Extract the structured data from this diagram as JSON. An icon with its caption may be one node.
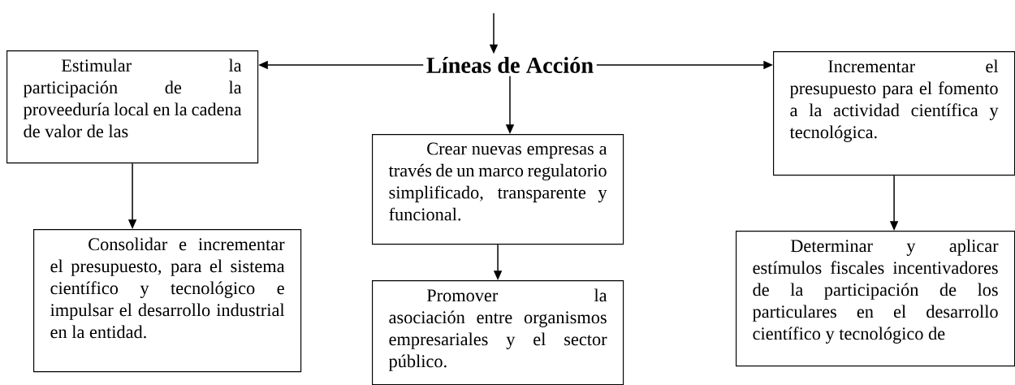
{
  "diagram": {
    "nodes": [
      {
        "text": [
          "Líneas de Acción"
        ]
      },
      {
        "text": [
          "Estimular la participación de la proveeduría local en la cadena de valor de las"
        ]
      },
      {
        "text": [
          "Incrementar el presupuesto para el fomento a la actividad científica y tecnológica."
        ]
      },
      {
        "text": [
          "Crear nuevas empresas a través de un marco regulatorio simplificado, transparente y funcional."
        ]
      },
      {
        "text": [
          "Consolidar e incrementar el presupuesto, para el sistema científico y tecnológico e impulsar el desarrollo industrial en la entidad."
        ]
      },
      {
        "text": [
          "Promover la asociación entre organismos empresariales y el sector público."
        ]
      },
      {
        "text": [
          "Determinar y aplicar estímulos fiscales incentivadores de la participación de los particulares en el desarrollo científico y tecnológico de"
        ]
      }
    ],
    "edges": [
      {
        "from": null,
        "to": 0,
        "arrow": "to"
      },
      {
        "from": 0,
        "to": 1,
        "arrow": "to"
      },
      {
        "from": 0,
        "to": 2,
        "arrow": "to"
      },
      {
        "from": 0,
        "to": 3,
        "arrow": "to"
      },
      {
        "from": 1,
        "to": 4,
        "arrow": "to"
      },
      {
        "from": 3,
        "to": 5,
        "arrow": "to"
      },
      {
        "from": 2,
        "to": 6,
        "arrow": "to"
      }
    ]
  }
}
